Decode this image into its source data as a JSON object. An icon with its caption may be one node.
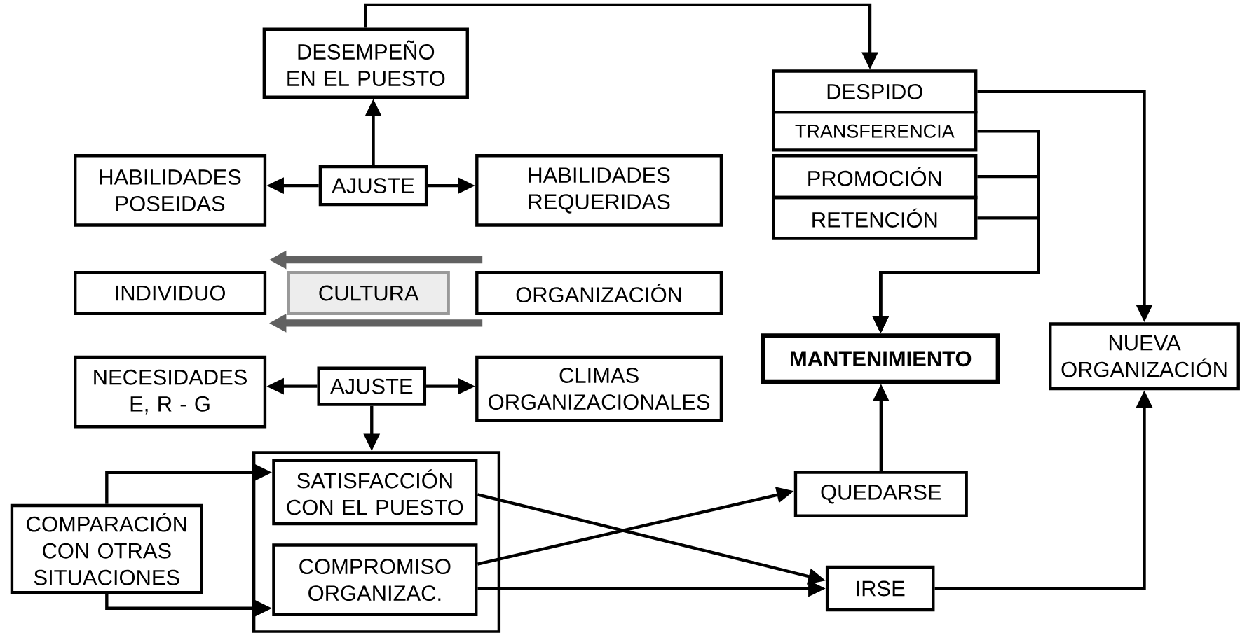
{
  "diagram": {
    "nodes": [
      {
        "text": [
          "DESEMPEÑO EN EL PUESTO"
        ]
      },
      {
        "text": [
          "HABILIDADES POSEIDAS"
        ]
      },
      {
        "text": [
          "AJUSTE"
        ]
      },
      {
        "text": [
          "HABILIDADES REQUERIDAS"
        ]
      },
      {
        "text": [
          "INDIVIDUO"
        ]
      },
      {
        "text": [
          "CULTURA"
        ]
      },
      {
        "text": [
          "ORGANIZACIÓN"
        ]
      },
      {
        "text": [
          "NECESIDADES E, R - G"
        ]
      },
      {
        "text": [
          "AJUSTE"
        ]
      },
      {
        "text": [
          "CLIMAS ORGANIZACIONALES"
        ]
      },
      {
        "text": [],
        "shape": "box"
      },
      {
        "text": [
          "SATISFACCIÓN CON EL PUESTO"
        ],
        "in": 10
      },
      {
        "text": [
          "COMPROMISO ORGANIZAC."
        ],
        "in": 10
      },
      {
        "text": [
          "COMPARACIÓN CON OTRAS SITUACIONES"
        ]
      },
      {
        "text": [
          "DESPIDO"
        ]
      },
      {
        "text": [
          "TRANSFERENCIA"
        ]
      },
      {
        "text": [
          "PROMOCIÓN"
        ]
      },
      {
        "text": [
          "RETENCIÓN"
        ]
      },
      {
        "text": [
          "MANTENIMIENTO"
        ]
      },
      {
        "text": [
          "NUEVA ORGANIZACIÓN"
        ]
      },
      {
        "text": [
          "QUEDARSE"
        ]
      },
      {
        "text": [
          "IRSE"
        ]
      }
    ],
    "edges": [
      {
        "from": 2,
        "to": 0,
        "arrow": "to"
      },
      {
        "from": 2,
        "to": 1,
        "arrow": "to"
      },
      {
        "from": 2,
        "to": 3,
        "arrow": "to"
      },
      {
        "from": 8,
        "to": 7,
        "arrow": "to"
      },
      {
        "from": 8,
        "to": 9,
        "arrow": "to"
      },
      {
        "from": 8,
        "to": 10,
        "arrow": "to"
      },
      {
        "from": 13,
        "to": 11,
        "arrow": "to"
      },
      {
        "from": 13,
        "to": 12,
        "arrow": "to"
      },
      {
        "from": 11,
        "to": 21,
        "arrow": "to"
      },
      {
        "from": 12,
        "to": 20,
        "arrow": "to"
      },
      {
        "from": 12,
        "to": 21,
        "arrow": "to"
      },
      {
        "from": 0,
        "to": 14,
        "arrow": "to"
      },
      {
        "from": 14,
        "to": 19,
        "arrow": "to"
      },
      {
        "from": 15,
        "to": 18,
        "arrow": "to"
      },
      {
        "from": 16,
        "to": 18,
        "arrow": "to"
      },
      {
        "from": 17,
        "to": 18,
        "arrow": "to"
      },
      {
        "from": 20,
        "to": 18,
        "arrow": "to"
      },
      {
        "from": 21,
        "to": 19,
        "arrow": "to"
      }
    ]
  }
}
